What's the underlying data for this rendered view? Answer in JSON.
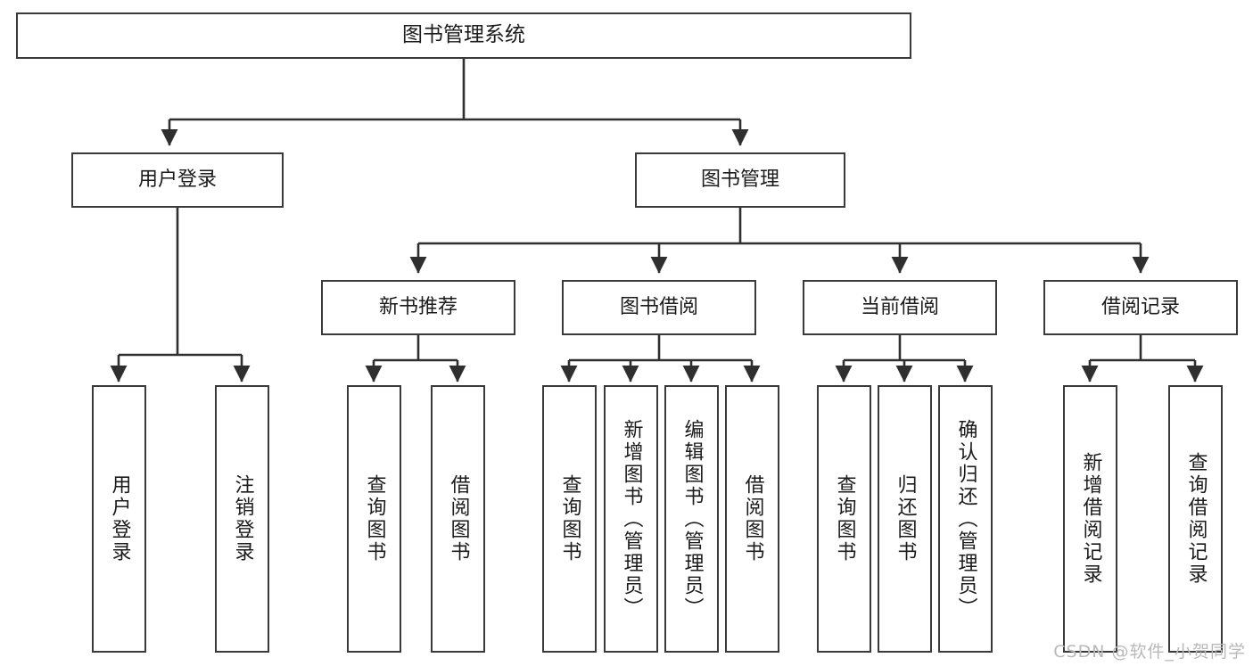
{
  "diagram": {
    "title": "图书管理系统",
    "type": "tree",
    "levels": 4,
    "root": {
      "label": "图书管理系统"
    },
    "level2": [
      {
        "label": "用户登录"
      },
      {
        "label": "图书管理"
      }
    ],
    "level3": [
      {
        "label": "新书推荐"
      },
      {
        "label": "图书借阅"
      },
      {
        "label": "当前借阅"
      },
      {
        "label": "借阅记录"
      }
    ],
    "leaves": {
      "user_login": [
        {
          "label": "用户登录"
        },
        {
          "label": "注销登录"
        }
      ],
      "new_book_recommend": [
        {
          "label": "查询图书"
        },
        {
          "label": "借阅图书"
        }
      ],
      "book_borrow": [
        {
          "label": "查询图书"
        },
        {
          "label": "新增图书（管理员）"
        },
        {
          "label": "编辑图书（管理员）"
        },
        {
          "label": "借阅图书"
        }
      ],
      "current_borrow": [
        {
          "label": "查询图书"
        },
        {
          "label": "归还图书"
        },
        {
          "label": "确认归还（管理员）"
        }
      ],
      "borrow_record": [
        {
          "label": "新增借阅记录"
        },
        {
          "label": "查询借阅记录"
        }
      ]
    }
  },
  "watermark": {
    "text": "CSDN @软件_小贺同学"
  },
  "colors": {
    "background": "#ffffff",
    "box_border": "#3a3a3a",
    "box_fill": "#ffffff",
    "text": "#1b1b1b",
    "connector": "#2f2f2f",
    "watermark": "#b9b9b9"
  }
}
